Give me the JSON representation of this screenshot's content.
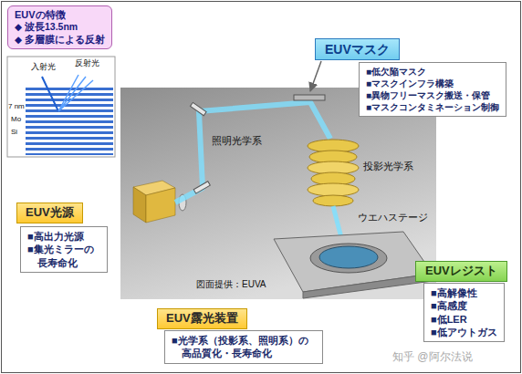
{
  "diagram": {
    "nodes": [
      {
        "text": [
          "EUVの特徴",
          "◆ 波長13.5nm",
          "◆ 多層膜による反射"
        ]
      },
      {
        "text": [
          "EUVマスク"
        ]
      },
      {
        "text": [
          "■低欠陥マスク",
          "■マスクインフラ構築",
          "■異物フリーマスク搬送・保管",
          "■マスクコンタミネーション制御"
        ]
      },
      {
        "text": [
          "EUV光源"
        ]
      },
      {
        "text": [
          "■高出力光源",
          "■集光ミラーの長寿命化"
        ]
      },
      {
        "text": [
          "EUV露光装置"
        ]
      },
      {
        "text": [
          "■光学系（投影系、照明系）の高品質化・長寿命化"
        ]
      },
      {
        "text": [
          "EUVレジスト"
        ]
      },
      {
        "text": [
          "■高解像性",
          "■高感度",
          "■低LER",
          "■低アウトガス"
        ]
      }
    ],
    "labels": [
      "入射光",
      "反射光",
      "7 nm",
      "Mo",
      "Si",
      "照明光学系",
      "投影光学系",
      "ウエハステージ",
      "図面提供：EUVA",
      "知乎 @阿尔法说"
    ]
  }
}
